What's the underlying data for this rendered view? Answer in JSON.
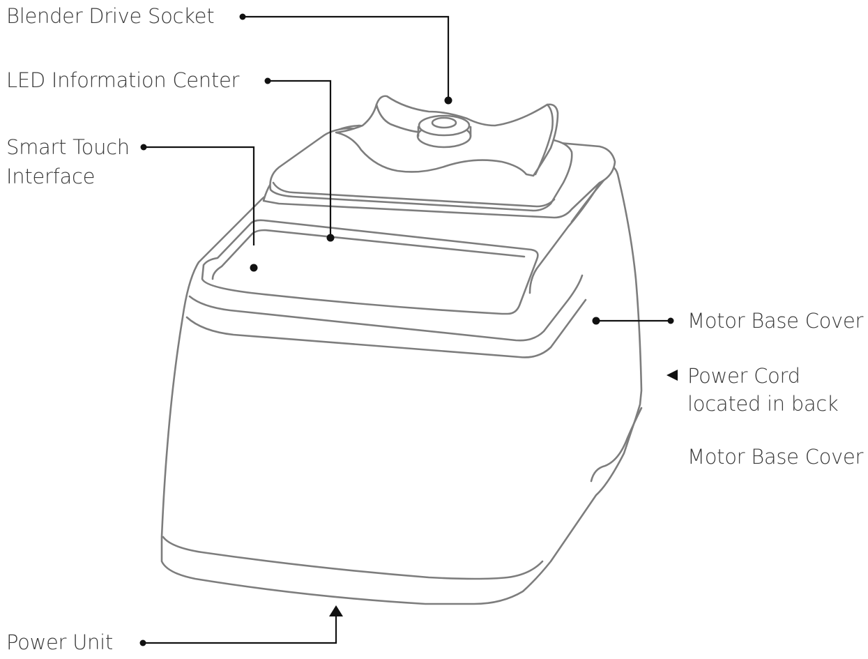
{
  "labels": {
    "blender_drive_socket": "Blender Drive Socket",
    "led_information_center": "LED Information Center",
    "smart_touch_interface_line1": "Smart Touch",
    "smart_touch_interface_line2": "Interface",
    "motor_base_cover_top": "Motor Base Cover",
    "power_cord_line1": "Power Cord",
    "power_cord_line2": "located in back",
    "motor_base_cover_bottom": "Motor Base Cover",
    "power_unit": "Power Unit"
  },
  "colors": {
    "outline": "#7d7d7d",
    "leader": "#111111",
    "text": "#3a3a3a",
    "background": "#ffffff"
  }
}
